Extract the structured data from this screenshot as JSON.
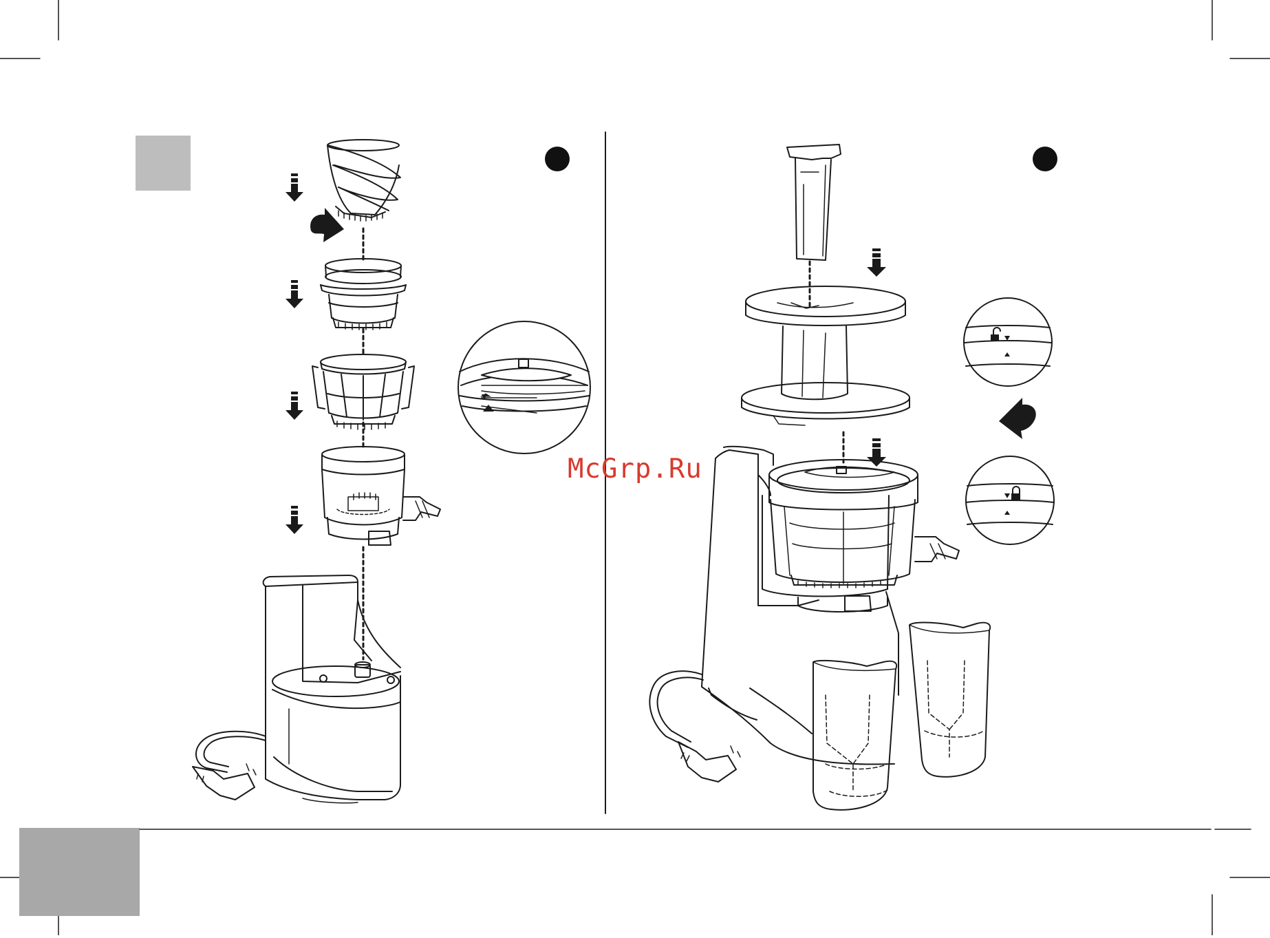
{
  "watermark": {
    "text": "McGrp.Ru",
    "color": "#d83a2e"
  },
  "colors": {
    "line": "#1a1a1a",
    "tab_gray": "#bdbdbd",
    "footer_gray": "#a8a8a8",
    "step_dot": "#111111"
  },
  "panels": [
    {
      "id": "left",
      "content": "assembly-exploded-view",
      "arrows_down": 4,
      "rotate_arrow": "clockwise",
      "detail": "alignment-marks-triangle"
    },
    {
      "id": "right",
      "content": "assembled-juicer-with-cups",
      "arrows_down": 2,
      "rotate_arrow": "counter-clockwise",
      "detail": [
        "unlock-icon",
        "lock-icon"
      ]
    }
  ]
}
